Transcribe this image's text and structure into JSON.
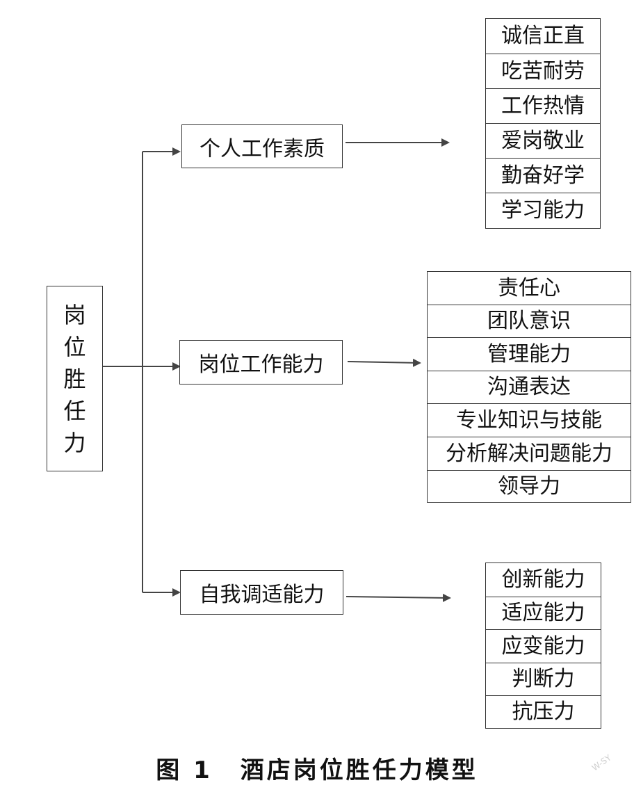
{
  "root": {
    "chars": [
      "岗",
      "位",
      "胜",
      "任",
      "力"
    ]
  },
  "branches": [
    {
      "label": "个人工作素质",
      "items": [
        "诚信正直",
        "吃苦耐劳",
        "工作热情",
        "爱岗敬业",
        "勤奋好学",
        "学习能力"
      ]
    },
    {
      "label": "岗位工作能力",
      "items": [
        "责任心",
        "团队意识",
        "管理能力",
        "沟通表达",
        "专业知识与技能",
        "分析解决问题能力",
        "领导力"
      ]
    },
    {
      "label": "自我调适能力",
      "items": [
        "创新能力",
        "适应能力",
        "应变能力",
        "判断力",
        "抗压力"
      ]
    }
  ],
  "caption": {
    "number": "图 1",
    "title": "酒店岗位胜任力模型"
  },
  "watermark": "W-SY"
}
